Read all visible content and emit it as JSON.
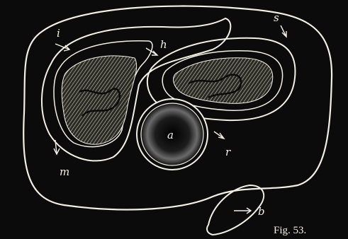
{
  "figure": {
    "caption": "Fig. 53.",
    "labels": {
      "a": "a",
      "b": "b",
      "h": "h",
      "i": "i",
      "m": "m",
      "r": "r",
      "s": "s"
    },
    "colors": {
      "background": "#0b0b0b",
      "line": "#f2efe4",
      "paper": "#d9d2bf"
    }
  }
}
